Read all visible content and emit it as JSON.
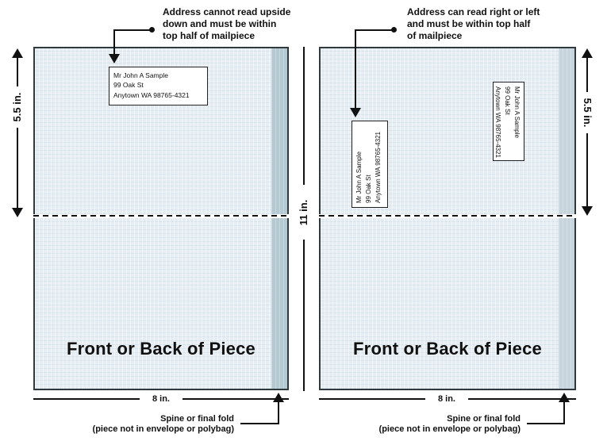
{
  "address": {
    "lines": [
      "Mr John A Sample",
      "99 Oak St",
      "Anytown WA 98765-4321"
    ]
  },
  "left_panel": {
    "annotation_lines": [
      "Address cannot read upside",
      "down and must be within",
      "top half of mailpiece"
    ],
    "title": "Front or Back of Piece",
    "height_label": "5.5 in.",
    "width_label": "8 in.",
    "spine_note_lines": [
      "Spine or final fold",
      "(piece not in envelope or polybag)"
    ]
  },
  "right_panel": {
    "annotation_lines": [
      "Address can read right or left",
      "and must be within top half",
      "of mailpiece"
    ],
    "title": "Front or Back of Piece",
    "height_label": "5.5 in.",
    "width_label": "8 in.",
    "spine_note_lines": [
      "Spine or final fold",
      "(piece not in envelope or polybag)"
    ]
  },
  "center": {
    "height_label": "11 in."
  },
  "colors": {
    "panel_fill": "#e7eef3",
    "spine_strip_left": "#b5c9d2",
    "spine_strip_right": "#c6d4db",
    "panel_border": "#30393e",
    "line": "#111111"
  }
}
